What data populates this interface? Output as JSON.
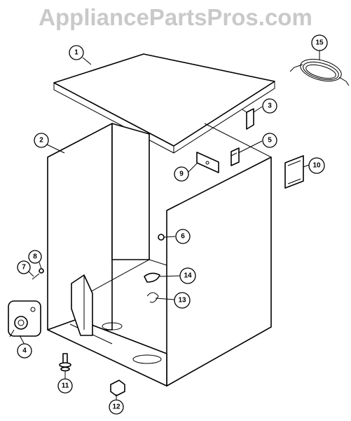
{
  "watermark": "AppliancePartsPros.com",
  "callouts": [
    {
      "label": "1"
    },
    {
      "label": "2"
    },
    {
      "label": "3"
    },
    {
      "label": "4"
    },
    {
      "label": "5"
    },
    {
      "label": "6"
    },
    {
      "label": "7"
    },
    {
      "label": "8"
    },
    {
      "label": "9"
    },
    {
      "label": "10"
    },
    {
      "label": "11"
    },
    {
      "label": "12"
    },
    {
      "label": "13"
    },
    {
      "label": "14"
    },
    {
      "label": "15"
    }
  ]
}
